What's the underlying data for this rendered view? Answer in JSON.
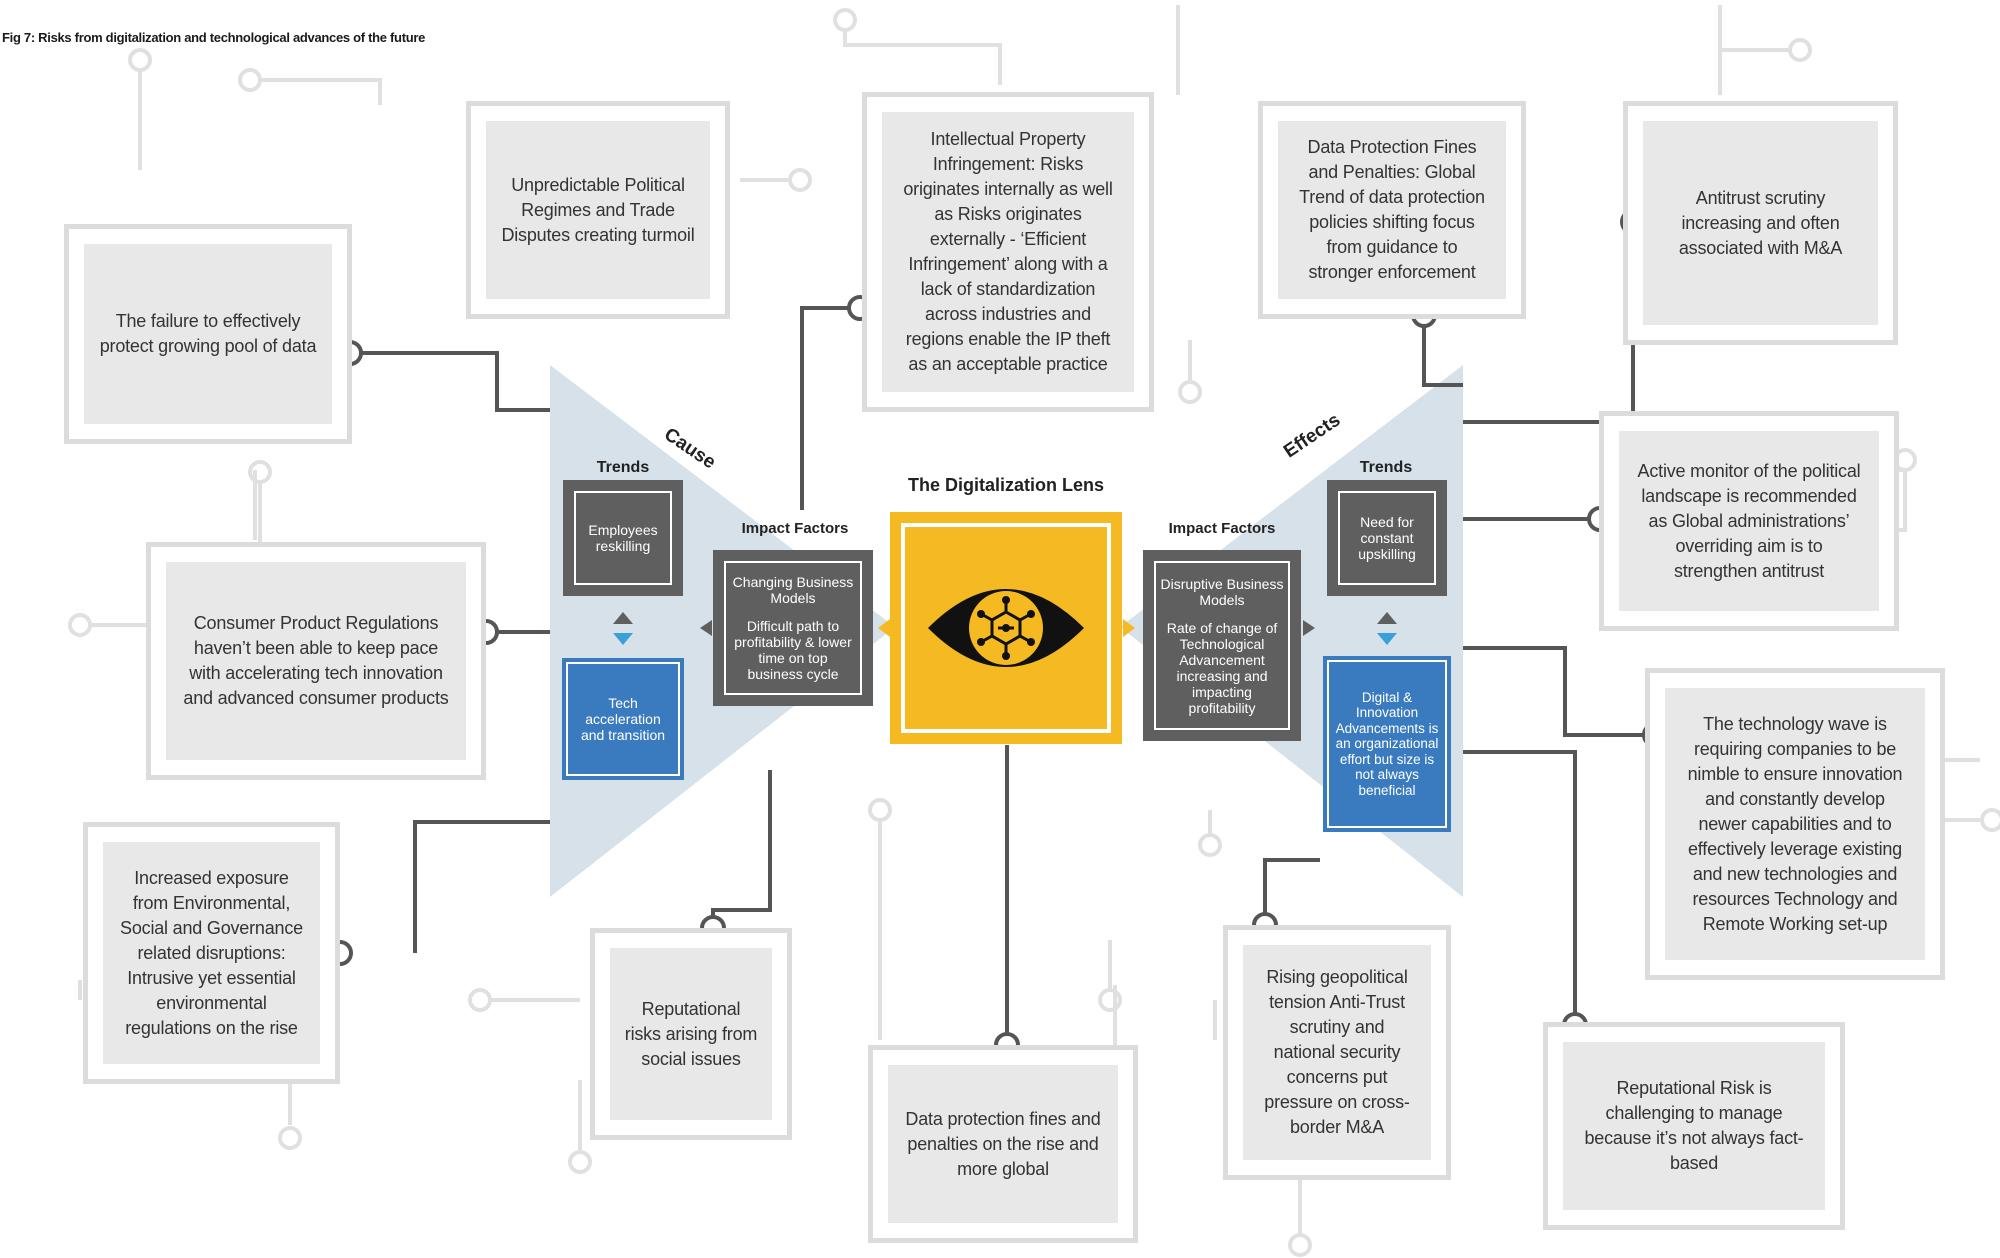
{
  "figure": {
    "title": "Fig 7: Risks from digitalization and technological advances of the future"
  },
  "center": {
    "title": "The Digitalization Lens",
    "cause_label": "Cause",
    "effects_label": "Effects"
  },
  "cause": {
    "trends_label": "Trends",
    "trend_1": "Employees reskilling",
    "trend_2": "Tech acceleration and transition",
    "impact_label": "Impact Factors",
    "impact_title": "Changing Business Models",
    "impact_body": "Difficult path to profitability & lower time on top business cycle"
  },
  "effects": {
    "trends_label": "Trends",
    "trend_1": "Need for constant upskilling",
    "trend_2": "Digital & Innovation Advancements is an organizational effort but size is not always beneficial",
    "impact_label": "Impact Factors",
    "impact_title": "Disruptive Business Models",
    "impact_body": "Rate of change of Technological Advancement increasing and impacting profitability"
  },
  "risks": {
    "political": "Unpredictable Political Regimes and Trade Disputes creating turmoil",
    "ip": "Intellectual Property Infringement: Risks originates internally as well as Risks originates externally - ‘Efficient Infringement’ along with a lack of standardization across industries and regions enable the IP theft as an acceptable practice",
    "data_protection_global": "Data Protection Fines and Penalties: Global Trend of data protection policies shifting focus from guidance to stronger enforcement",
    "antitrust": "Antitrust scrutiny increasing and often associated with M&A",
    "data_pool": "The failure to effectively protect growing pool of data",
    "active_monitor": "Active monitor of the political landscape is recommended as Global administrations’ overriding aim is to strengthen antitrust",
    "consumer": "Consumer Product Regulations haven’t been able to keep pace with accelerating tech innovation and advanced consumer products",
    "tech_wave": "The technology wave is requiring companies to be nimble to ensure innovation and constantly develop newer capabilities and to effectively leverage existing and new technologies and resources Technology and Remote Working set-up",
    "esg": "Increased exposure from Environmental, Social and Governance related disruptions: Intrusive yet essential environmental regulations on the rise",
    "reputational_social": "Reputational risks arising from social issues",
    "data_fines": "Data protection fines and penalties on the rise and more global",
    "geopolitical": "Rising geopolitical tension Anti-Trust scrutiny and national security concerns put pressure on cross-border M&A",
    "reputational_fact": "Reputational Risk is challenging to manage because it’s not always fact-based"
  },
  "colors": {
    "triangle": "#d6e1ea",
    "connector": "#555555",
    "decor": "#e0e0e0",
    "dark_box": "#5f5f60",
    "blue_box": "#3a7bbf",
    "lens": "#f5b921"
  },
  "icons": [
    "eye-icon",
    "network-hexagon-icon",
    "arrow-up-down-icon"
  ]
}
